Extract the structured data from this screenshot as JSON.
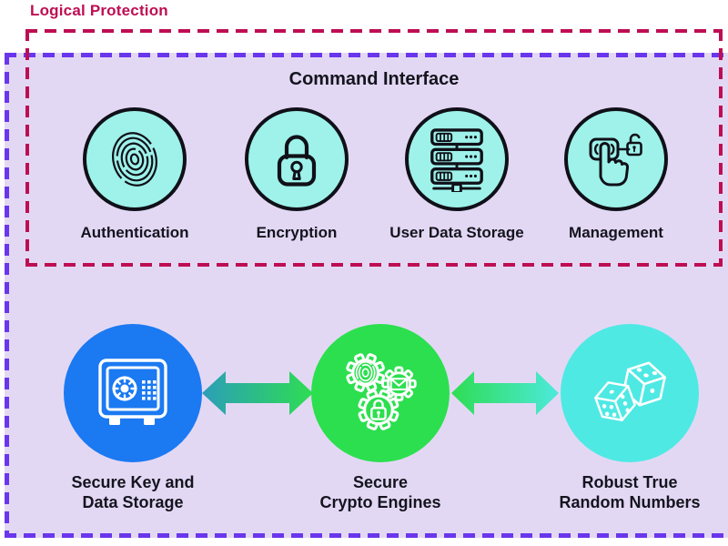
{
  "title": "Logical Protection",
  "colors": {
    "crimson_border": "#be0e53",
    "purple_border": "#6a36ec",
    "lavender_background": "#e3d8f4",
    "top_circle_fill": "#9ef2ea",
    "ink": "#101018",
    "node_blue": "#1b79f2",
    "node_green": "#2cdf4f",
    "node_cyan": "#4fe9e4",
    "arrow_teal": "#2b9eb8",
    "arrow_green": "#2edd52",
    "arrow_aqua": "#4de9dc"
  },
  "command_interface": {
    "heading": "Command Interface",
    "items": [
      {
        "label": "Authentication",
        "icon": "fingerprint-icon"
      },
      {
        "label": "Encryption",
        "icon": "padlock-icon"
      },
      {
        "label": "User Data Storage",
        "icon": "server-stack-icon"
      },
      {
        "label": "Management",
        "icon": "press-button-lock-icon"
      }
    ]
  },
  "secure_core": {
    "nodes": [
      {
        "label_line1": "Secure Key and",
        "label_line2": "Data Storage",
        "icon": "safe-icon",
        "color": "#1b79f2"
      },
      {
        "label_line1": "Secure",
        "label_line2": "Crypto Engines",
        "icon": "crypto-gears-icon",
        "color": "#2cdf4f"
      },
      {
        "label_line1": "Robust True",
        "label_line2": "Random Numbers",
        "icon": "dice-icon",
        "color": "#4fe9e4"
      }
    ],
    "connectors": [
      {
        "type": "bidirectional-arrow",
        "from": "Secure Key and Data Storage",
        "to": "Secure Crypto Engines"
      },
      {
        "type": "bidirectional-arrow",
        "from": "Secure Crypto Engines",
        "to": "Robust True Random Numbers"
      }
    ]
  }
}
